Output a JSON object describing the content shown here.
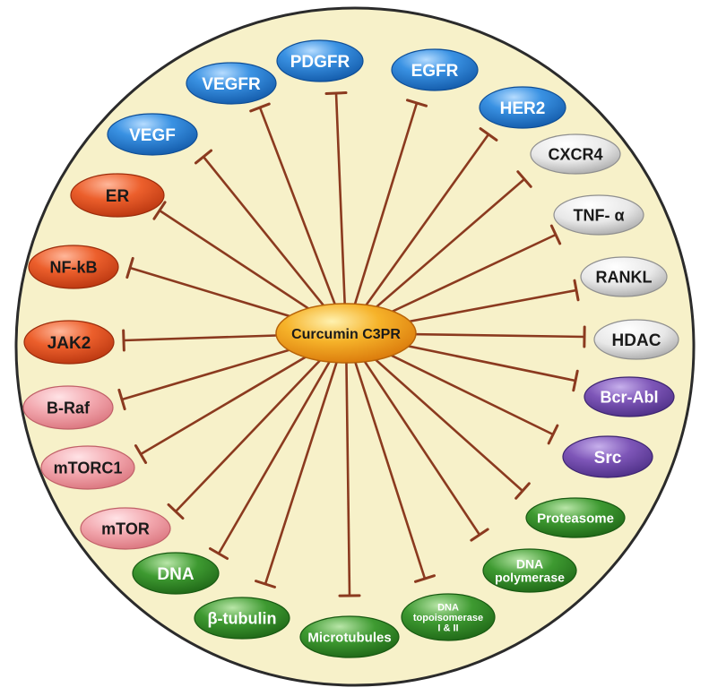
{
  "center": {
    "label": "Curcumin C3PR"
  },
  "colors": {
    "background_circle": "#f7f1c9",
    "circle_border": "#2b2b2b",
    "inhibition_line": "#8b3a1f",
    "center": "#f4a11a",
    "blue": "#2f86d9",
    "gray": "#dcdcdc",
    "purple": "#7e56b8",
    "green": "#3c9a2e",
    "pink": "#f2a6ad",
    "red": "#e85a2a"
  },
  "targets": [
    {
      "label": "VEGF",
      "color": "blue"
    },
    {
      "label": "VEGFR",
      "color": "blue"
    },
    {
      "label": "PDGFR",
      "color": "blue"
    },
    {
      "label": "EGFR",
      "color": "blue"
    },
    {
      "label": "HER2",
      "color": "blue"
    },
    {
      "label": "CXCR4",
      "color": "gray"
    },
    {
      "label": "TNF- α",
      "color": "gray"
    },
    {
      "label": "RANKL",
      "color": "gray"
    },
    {
      "label": "HDAC",
      "color": "gray"
    },
    {
      "label": "Bcr-Abl",
      "color": "purple"
    },
    {
      "label": "Src",
      "color": "purple"
    },
    {
      "label": "Proteasome",
      "color": "green"
    },
    {
      "label": "DNA polymerase",
      "color": "green"
    },
    {
      "label": "DNA topoisomerase I & II",
      "color": "green"
    },
    {
      "label": "Microtubules",
      "color": "green"
    },
    {
      "label": "β-tubulin",
      "color": "green"
    },
    {
      "label": "DNA",
      "color": "green"
    },
    {
      "label": "mTOR",
      "color": "pink"
    },
    {
      "label": "mTORC1",
      "color": "pink"
    },
    {
      "label": "B-Raf",
      "color": "pink"
    },
    {
      "label": "JAK2",
      "color": "red"
    },
    {
      "label": "NF-kB",
      "color": "red"
    },
    {
      "label": "ER",
      "color": "red"
    }
  ]
}
